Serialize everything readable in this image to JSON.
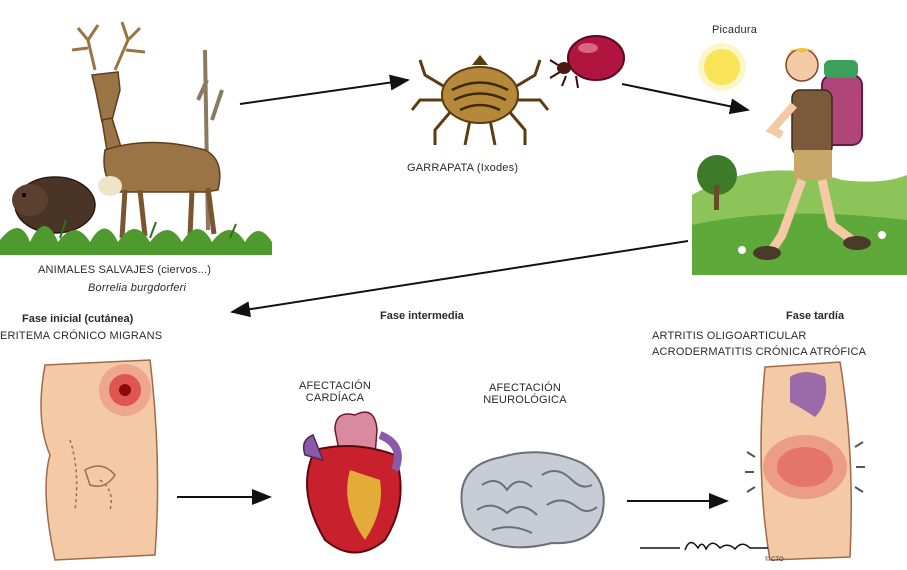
{
  "labels": {
    "picadura": "Picadura",
    "garrapata": "GARRAPATA (Ixodes)",
    "animales": "ANIMALES SALVAJES (ciervos...)",
    "borrelia": "Borrelia burgdorferi",
    "fase_inicial": "Fase inicial (cutánea)",
    "eritema": "ERITEMA CRÓNICO MIGRANS",
    "fase_intermedia": "Fase intermedia",
    "fase_tardia": "Fase tardía",
    "artritis": "ARTRITIS OLIGOARTICULAR",
    "acrodermatitis": "ACRODERMATITIS CRÓNICA ATRÓFICA",
    "afectacion_cardiaca_1": "AFECTACIÓN",
    "afectacion_cardiaca_2": "CARDÍACA",
    "afectacion_neuro_1": "AFECTACIÓN",
    "afectacion_neuro_2": "NEUROLÓGICA",
    "copyright": "© CTO"
  },
  "colors": {
    "deer": "#9b7446",
    "grass": "#4f9a2e",
    "tick": "#b5883a",
    "tick_engorged": "#b01540",
    "sun": "#f7e24a",
    "skin": "#f4c9a6",
    "rash": "#d93a3a",
    "heart_red": "#c8202c",
    "heart_yellow": "#e8c43a",
    "heart_purple": "#8a5aa8",
    "brain": "#c8ccd4",
    "arrow": "#111111"
  }
}
